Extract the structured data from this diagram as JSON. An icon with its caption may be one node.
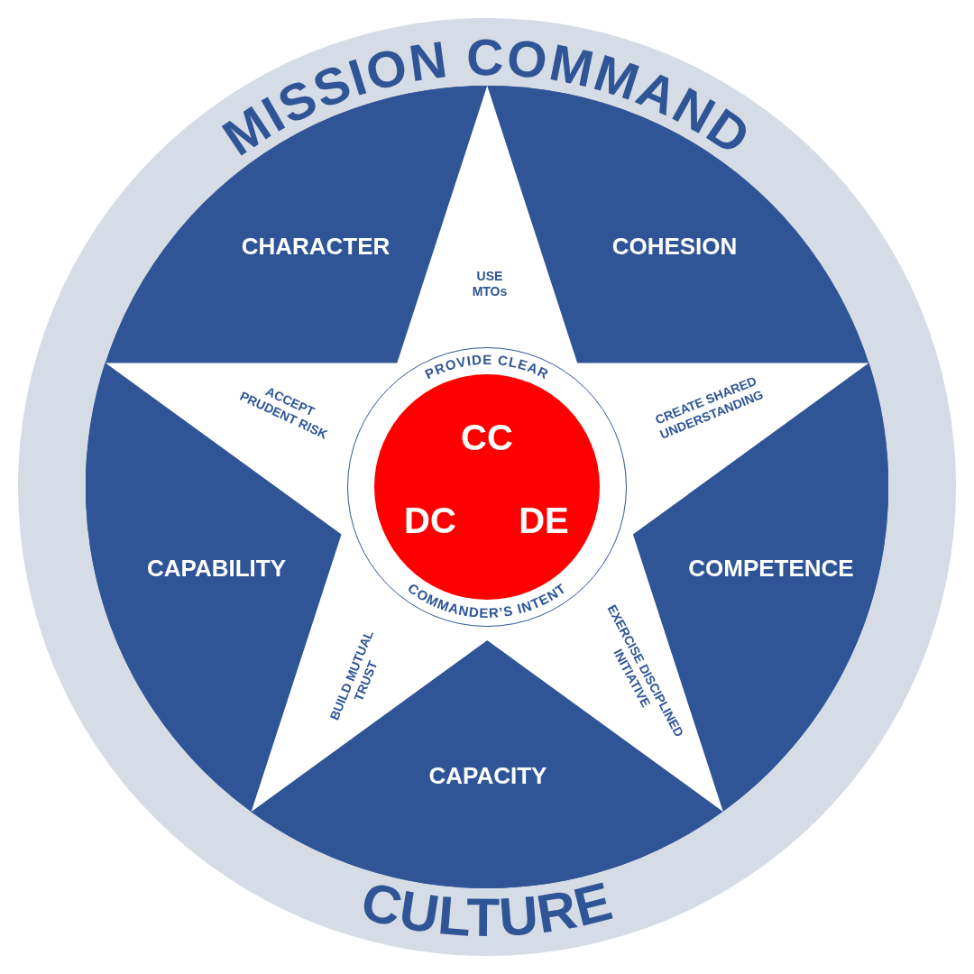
{
  "diagram": {
    "title": "MISSION COMMAND",
    "caption": "CULTURE",
    "nodes": [
      {
        "text": [],
        "shape": "circle"
      },
      {
        "text": [
          "CHARACTER"
        ],
        "in": 0
      },
      {
        "text": [
          "COHESION"
        ],
        "in": 0
      },
      {
        "text": [
          "CAPABILITY"
        ],
        "in": 0
      },
      {
        "text": [
          "COMPETENCE"
        ],
        "in": 0
      },
      {
        "text": [
          "CAPACITY"
        ],
        "in": 0
      },
      {
        "text": [
          "USE MTOs",
          "ACCEPT PRUDENT RISK",
          "CREATE SHARED UNDERSTANDING",
          "BUILD MUTUAL TRUST",
          "EXERCISE DISCIPLINED INITIATIVE"
        ],
        "in": 0
      },
      {
        "text": [
          "PROVIDE CLEAR",
          "COMMANDER’S INTENT"
        ],
        "in": 6
      },
      {
        "text": [
          "CC",
          "DC",
          "DE"
        ],
        "in": 7
      }
    ]
  }
}
